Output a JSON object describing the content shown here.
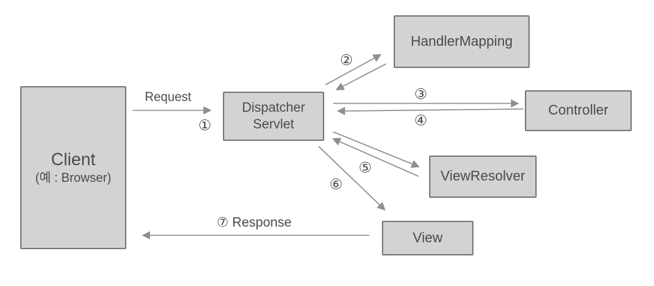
{
  "boxes": {
    "client": {
      "line1": "Client",
      "line2": "(예 : Browser)"
    },
    "dispatcher": {
      "line1": "Dispatcher",
      "line2": "Servlet"
    },
    "handler_mapping": {
      "label": "HandlerMapping"
    },
    "controller": {
      "label": "Controller"
    },
    "view_resolver": {
      "label": "ViewResolver"
    },
    "view": {
      "label": "View"
    }
  },
  "labels": {
    "request": "Request",
    "step1": "①",
    "step2": "②",
    "step3": "③",
    "step4": "④",
    "step5": "⑤",
    "step6": "⑥",
    "step7_response": "⑦ Response"
  },
  "colors": {
    "background": "#ffffff",
    "box_fill": "#d3d3d3",
    "box_border": "#7d7d7d",
    "text": "#4a4a4a",
    "arrow": "#8f8f8f"
  }
}
